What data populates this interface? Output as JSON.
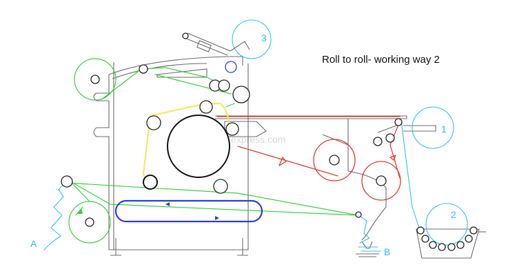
{
  "title": "Roll to roll- working way 2",
  "watermark": "hbo...express.com",
  "labels": {
    "station_1": "1",
    "station_2": "2",
    "station_3": "3",
    "point_a": "A",
    "point_b": "B"
  },
  "colors": {
    "green_web": "#39d03c",
    "cyan_web": "#2ec4e8",
    "red_web": "#e23a2f",
    "yellow_web": "#f2ea62",
    "blue_belt": "#2a3fd6",
    "machine": "#6b6b6b"
  }
}
